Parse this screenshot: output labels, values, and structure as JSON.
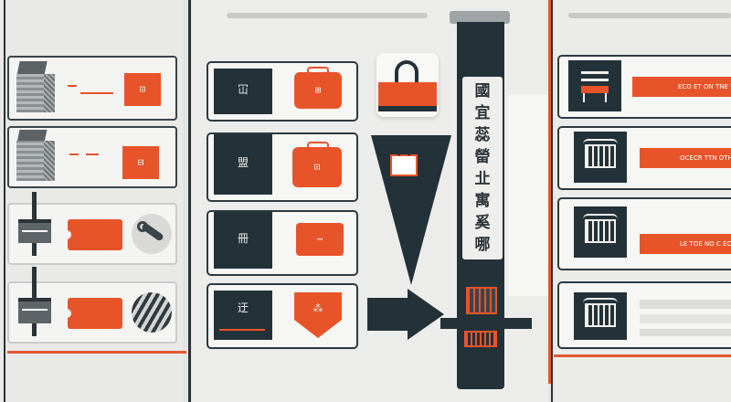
{
  "center_column": {
    "characters": [
      "國",
      "宜",
      "蕊",
      "㽦",
      "㐀",
      "寓",
      "奚",
      "哪"
    ]
  },
  "left_cards": [
    {
      "glyph": "⊡"
    },
    {
      "glyph": "⊟"
    },
    {
      "glyph": ""
    },
    {
      "glyph": ""
    }
  ],
  "mid_cards": [
    {
      "label": "冚",
      "badge": "⊞"
    },
    {
      "label": "盟",
      "badge": "⊡"
    },
    {
      "label": "冊",
      "badge": "⋯"
    },
    {
      "label": "迂",
      "badge": "⁂"
    }
  ],
  "right_cards": [
    {
      "bar_text": "ECO ET ON TNE TC ATO"
    },
    {
      "bar_text": "OCECR TTN OTHEO ATE"
    },
    {
      "bar_text": "LE TOE NO C ECO ON AH"
    },
    {
      "bar_text": ""
    }
  ],
  "colors": {
    "accent": "#e8542a",
    "dark": "#233238",
    "bg": "#e4e4e2"
  }
}
